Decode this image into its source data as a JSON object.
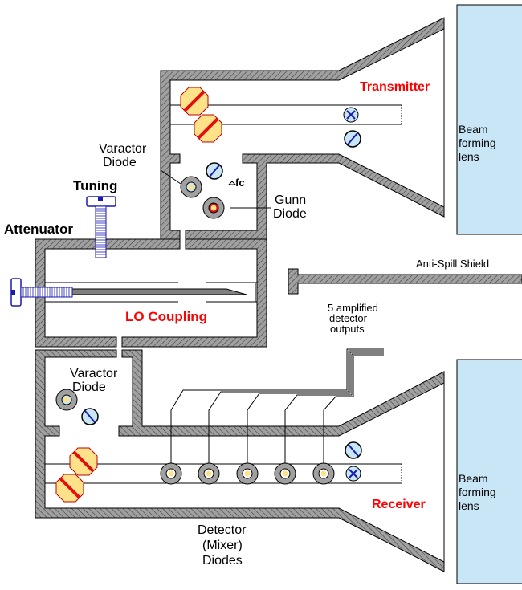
{
  "colors": {
    "wall_fill": "#a0a0a0",
    "wall_hatch": "#505050",
    "lens": "#c8e6f6",
    "red_label": "#ff0000",
    "screw_octagon": "#fde28a",
    "screw_slot": "#e01010",
    "blue_screw": "#c8e6f6",
    "screw_blue_stroke": "#1a1ab0",
    "diode_ring": "#a0a0a0",
    "diode_core": "#fde28a",
    "gunn_ring": "#e01010",
    "probe": "#808080"
  },
  "labels": {
    "transmitter": "Transmitter",
    "receiver": "Receiver",
    "lo_coupling": "LO Coupling",
    "tuning": "Tuning",
    "attenuator": "Attenuator",
    "varactor_top": [
      "Varactor",
      "Diode"
    ],
    "varactor_bottom": [
      "Varactor",
      "Diode"
    ],
    "gunn": [
      "Gunn",
      "Diode"
    ],
    "fc": "fc",
    "anti_spill": "Anti-Spill Shield",
    "detector_outputs": [
      "5 amplified",
      "detector",
      "outputs"
    ],
    "detector_diodes": [
      "Detector",
      "(Mixer)",
      "Diodes"
    ],
    "lens_top": [
      "Beam",
      "forming",
      "lens"
    ],
    "lens_bottom": [
      "Beam",
      "forming",
      "lens"
    ]
  },
  "detector_diode_count": 5
}
